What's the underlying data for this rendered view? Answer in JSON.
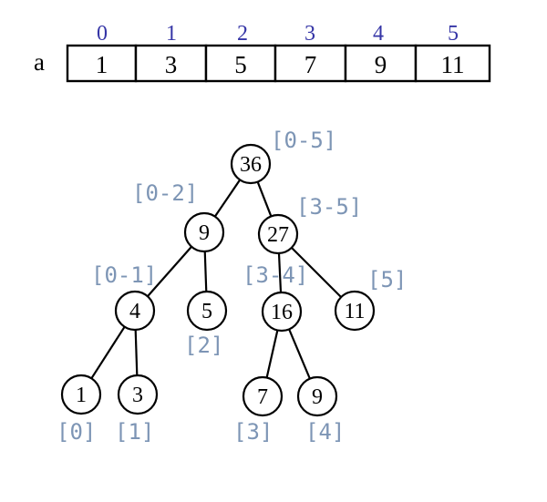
{
  "array": {
    "label": "a",
    "indices": [
      "0",
      "1",
      "2",
      "3",
      "4",
      "5"
    ],
    "values": [
      "1",
      "3",
      "5",
      "7",
      "9",
      "11"
    ]
  },
  "tree": {
    "nodes": [
      {
        "id": "n0",
        "value": "36",
        "range": "[0-5]"
      },
      {
        "id": "n1",
        "value": "9",
        "range": "[0-2]"
      },
      {
        "id": "n2",
        "value": "27",
        "range": "[3-5]"
      },
      {
        "id": "n3",
        "value": "4",
        "range": "[0-1]"
      },
      {
        "id": "n4",
        "value": "5",
        "range": "[2]"
      },
      {
        "id": "n5",
        "value": "16",
        "range": "[3-4]"
      },
      {
        "id": "n6",
        "value": "11",
        "range": "[5]"
      },
      {
        "id": "n7",
        "value": "1",
        "range": "[0]"
      },
      {
        "id": "n8",
        "value": "3",
        "range": "[1]"
      },
      {
        "id": "n9",
        "value": "7",
        "range": "[3]"
      },
      {
        "id": "n10",
        "value": "9",
        "range": "[4]"
      }
    ],
    "edges": [
      [
        "n0",
        "n1"
      ],
      [
        "n0",
        "n2"
      ],
      [
        "n1",
        "n3"
      ],
      [
        "n1",
        "n4"
      ],
      [
        "n2",
        "n5"
      ],
      [
        "n2",
        "n6"
      ],
      [
        "n3",
        "n7"
      ],
      [
        "n3",
        "n8"
      ],
      [
        "n5",
        "n9"
      ],
      [
        "n5",
        "n10"
      ]
    ]
  }
}
